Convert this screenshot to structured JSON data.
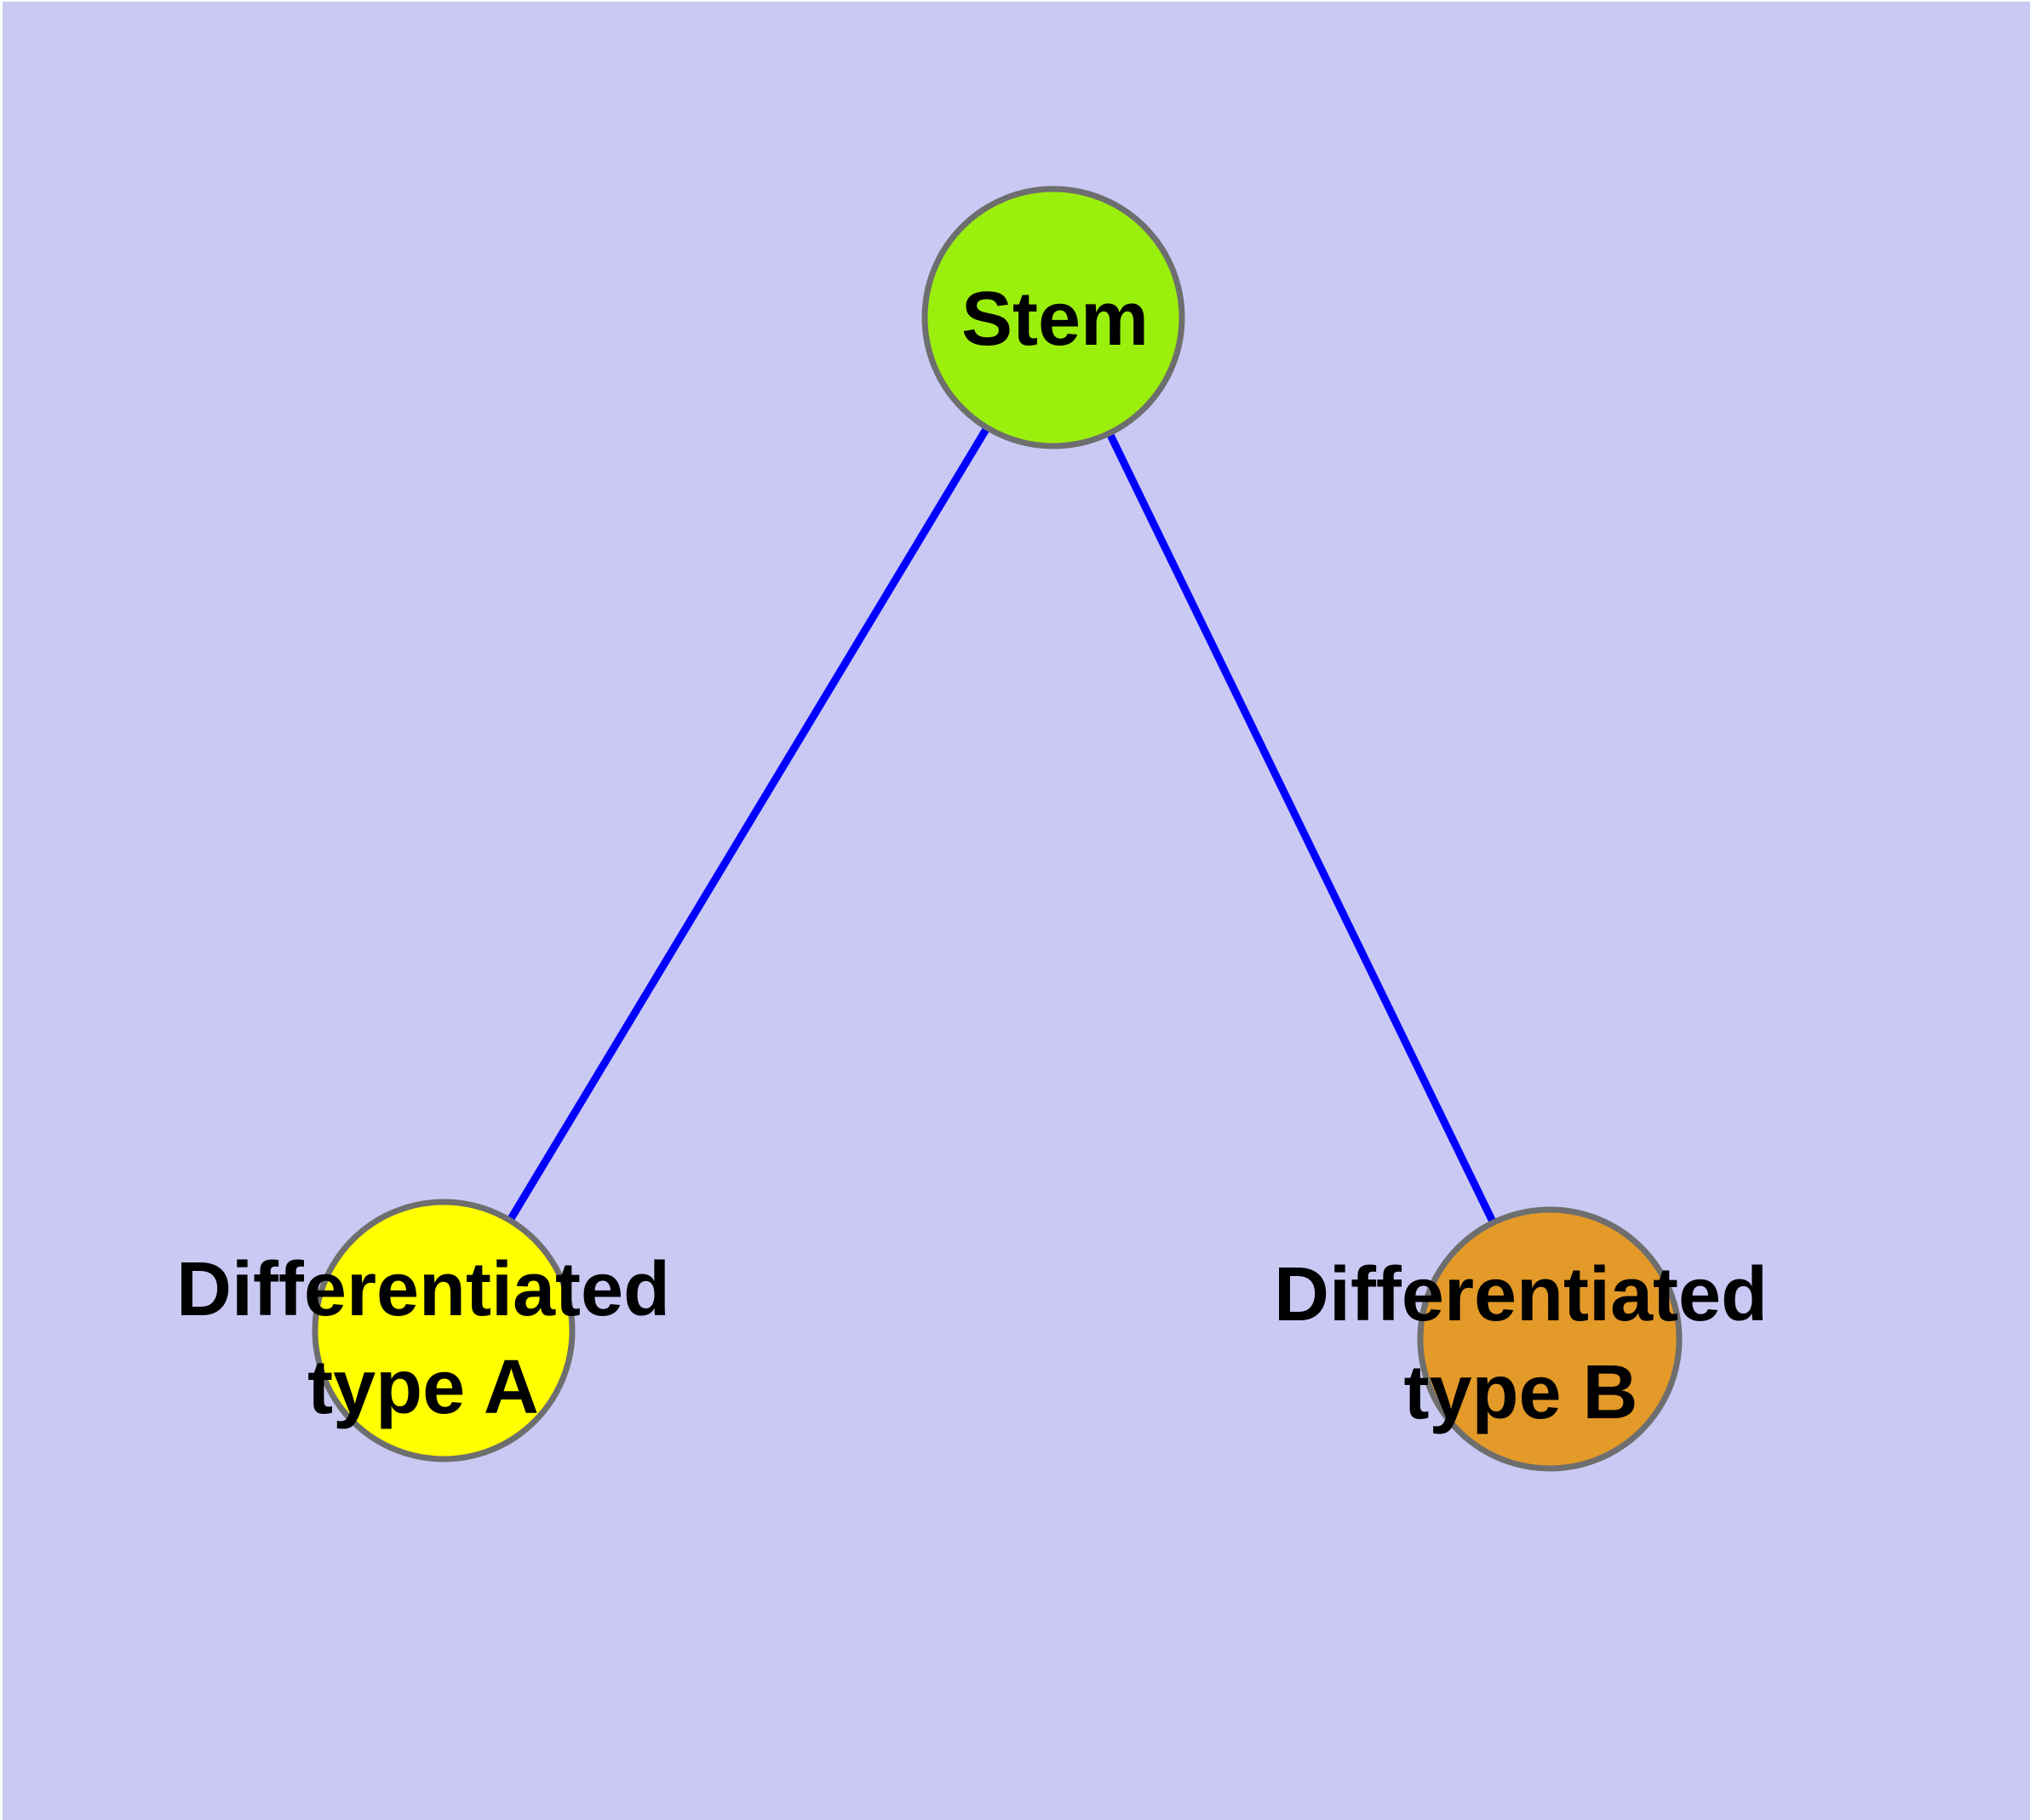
{
  "diagram": {
    "type": "graph",
    "background_color": "#C9C9F4",
    "edge_color": "#0000FF",
    "node_border_color": "#6E6E6E",
    "label_color": "#000000",
    "nodes": [
      {
        "id": "stem",
        "label": "Stem",
        "label_lines": [
          "Stem"
        ],
        "color": "#9BEF0D",
        "shape": "circle"
      },
      {
        "id": "type_a",
        "label": "Differentiated type A",
        "label_lines": [
          "Differentiated",
          "type A"
        ],
        "color": "#FFFF00",
        "shape": "circle"
      },
      {
        "id": "type_b",
        "label": "Differentiated type B",
        "label_lines": [
          "Differentiated",
          "type B"
        ],
        "color": "#E39A28",
        "shape": "circle"
      }
    ],
    "edges": [
      {
        "from": "Stem",
        "to": "Differentiated type A"
      },
      {
        "from": "Stem",
        "to": "Differentiated type B"
      }
    ]
  }
}
